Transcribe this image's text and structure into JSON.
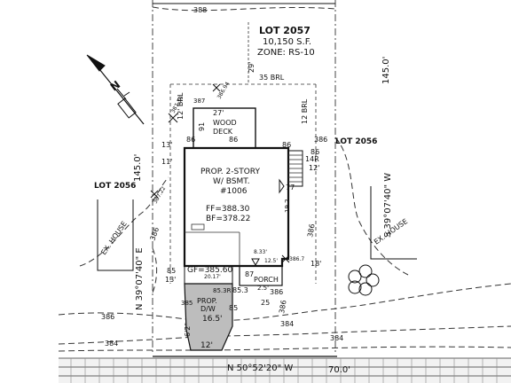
{
  "lot_main": {
    "title": "LOT 2057",
    "area": "10,150 S.F.",
    "zone": "ZONE: RS-10"
  },
  "lot_east": "LOT 2056",
  "lot_west": "LOT 2056",
  "house": {
    "line1": "PROP. 2-STORY",
    "line2": "W/ BSMT.",
    "line3": "#1006",
    "ff": "FF=388.30",
    "bf": "BF=378.22",
    "gf": "GF=385.60"
  },
  "deck": {
    "line1": "WOOD",
    "line2": "DECK"
  },
  "porch": "PORCH",
  "driveway": {
    "line1": "PROP.",
    "line2": "D/W",
    "width": "16.5'",
    "bottom": "12'"
  },
  "ex_house_left": "EX. HOUSE",
  "ex_house_right": "EX. HOUSE",
  "bearings": {
    "west": "N 39°07'40\" E",
    "east": "S 39°07'40\" W",
    "south": "N 50°52'20\" W"
  },
  "dims": {
    "d145_w": "145.0'",
    "d145_e": "145.0'",
    "d70": "70.0'",
    "d35brl": "35 BRL",
    "d27": "27'",
    "d29": "29'",
    "d12brl_w": "12' BRL",
    "d12brl_e": "12 BRL",
    "d13": "13'",
    "d11": "11'",
    "d12": "12'",
    "d18": "18'",
    "d13b": "13'",
    "d86a": "86",
    "d86b": "86",
    "d86c": "86",
    "d85a": "85",
    "d85b": "85",
    "d85c": "85.3",
    "d87": "87",
    "d91": "91",
    "d25": "25",
    "d86z": "86",
    "d77": "77",
    "d14r": "14R",
    "d2_5": "2.5'",
    "d19_2": "19.2",
    "d6_2": "6'2\"",
    "d12_5": "12.5'",
    "d20": "20.17'",
    "d8_33": "8.33'",
    "d85_3": "85.3R"
  },
  "contours": {
    "c388": "388",
    "c386a": "386",
    "c386b": "386",
    "c386c": "386",
    "c386d": "386",
    "c386e": "386",
    "c386f": "386",
    "c384a": "384",
    "c384b": "384",
    "c384c": "384",
    "c387": "387",
    "c385": "385"
  },
  "spots": {
    "s1": "386.94",
    "s2": "387.35",
    "s3": "387.22",
    "s4": "386.7"
  },
  "north_arrow": "N"
}
